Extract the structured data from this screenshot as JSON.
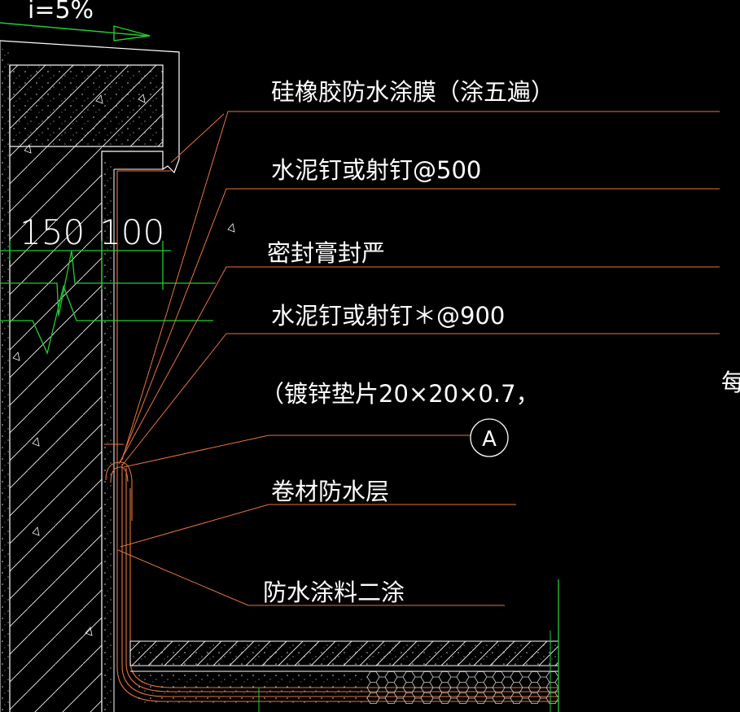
{
  "slope_label": "i=5%",
  "dimensions": {
    "d1": "150",
    "d2": "100"
  },
  "callouts": [
    {
      "text": "硅橡胶防水涂膜（涂五遍）"
    },
    {
      "text": "水泥钉或射钉@500"
    },
    {
      "text": "密封膏封严"
    },
    {
      "text": "水泥钉或射钉＊@900"
    },
    {
      "text": "（镀锌垫片20×20×0.7，"
    },
    {
      "text": "卷材防水层"
    },
    {
      "text": "防水涂料二涂"
    }
  ],
  "detail_marker": "A",
  "edge_fragment": "每",
  "colors": {
    "background": "#000000",
    "leader": "#e8743a",
    "structure": "#ffffff",
    "dimension": "#22cc33",
    "text": "#ffffff"
  }
}
